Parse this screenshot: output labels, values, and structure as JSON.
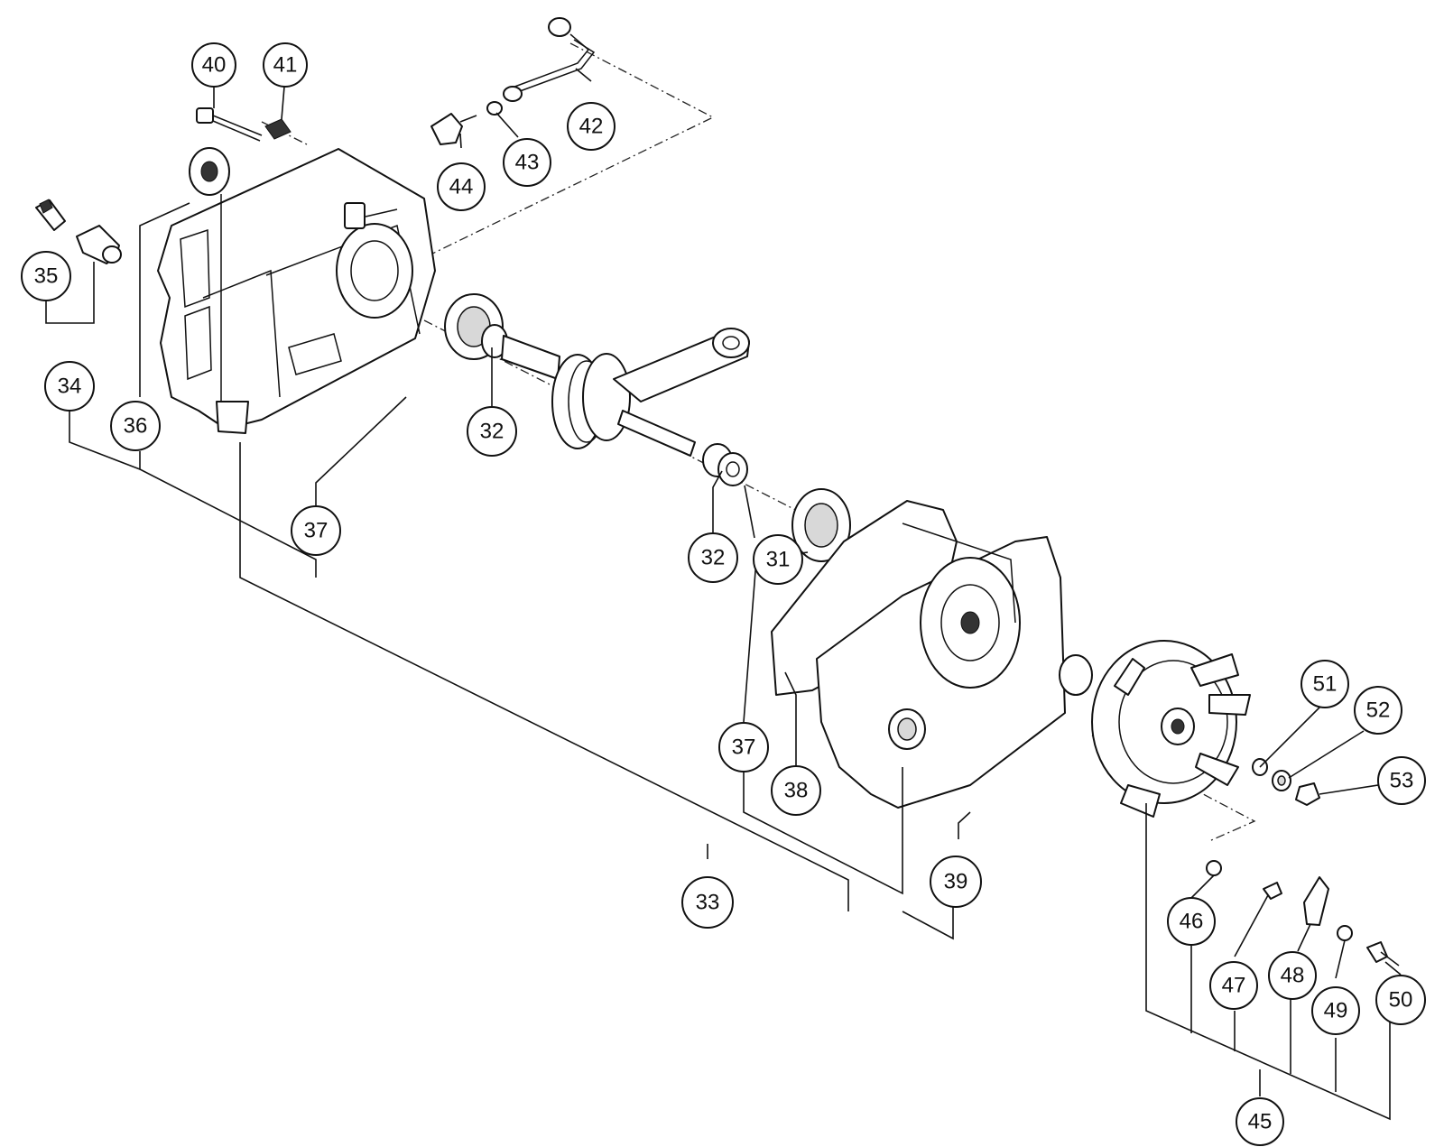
{
  "diagram": {
    "callouts": [
      {
        "id": "c40",
        "label": "40"
      },
      {
        "id": "c41",
        "label": "41"
      },
      {
        "id": "c42",
        "label": "42"
      },
      {
        "id": "c43",
        "label": "43"
      },
      {
        "id": "c44",
        "label": "44"
      },
      {
        "id": "c35",
        "label": "35"
      },
      {
        "id": "c34",
        "label": "34"
      },
      {
        "id": "c36",
        "label": "36"
      },
      {
        "id": "c37a",
        "label": "37"
      },
      {
        "id": "c32a",
        "label": "32"
      },
      {
        "id": "c32b",
        "label": "32"
      },
      {
        "id": "c31",
        "label": "31"
      },
      {
        "id": "c37b",
        "label": "37"
      },
      {
        "id": "c38",
        "label": "38"
      },
      {
        "id": "c39",
        "label": "39"
      },
      {
        "id": "c33",
        "label": "33"
      },
      {
        "id": "c51",
        "label": "51"
      },
      {
        "id": "c52",
        "label": "52"
      },
      {
        "id": "c53",
        "label": "53"
      },
      {
        "id": "c46",
        "label": "46"
      },
      {
        "id": "c47",
        "label": "47"
      },
      {
        "id": "c48",
        "label": "48"
      },
      {
        "id": "c49",
        "label": "49"
      },
      {
        "id": "c50",
        "label": "50"
      },
      {
        "id": "c45",
        "label": "45"
      }
    ]
  },
  "colors": {
    "line": "#111111",
    "background": "#ffffff",
    "shade": "#d8d8d8"
  }
}
